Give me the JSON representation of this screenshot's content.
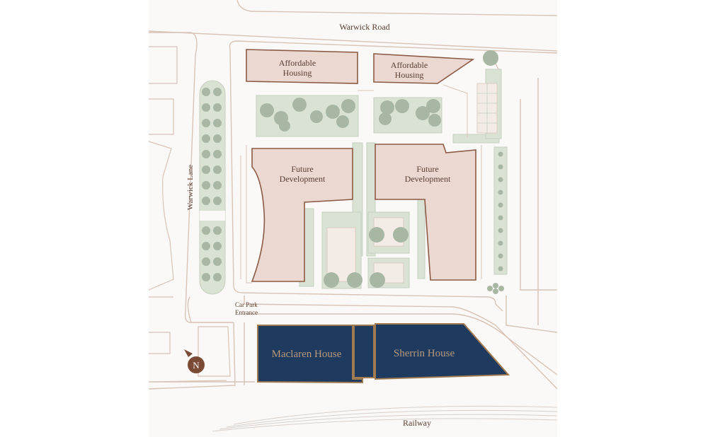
{
  "roads": {
    "north": "Warwick Road",
    "west": "Warwick Lane",
    "south": "Railway"
  },
  "entrance_label_line1": "Car Park",
  "entrance_label_line2": "Entrance",
  "compass_letter": "N",
  "compass_icon": "compass-north-icon",
  "buildings": {
    "affordable_1_line1": "Affordable",
    "affordable_1_line2": "Housing",
    "affordable_2_line1": "Affordable",
    "affordable_2_line2": "Housing",
    "future_1_line1": "Future",
    "future_1_line2": "Development",
    "future_2_line1": "Future",
    "future_2_line2": "Development",
    "maclaren": "Maclaren House",
    "sherrin": "Sherrin House"
  },
  "colors": {
    "building_fill": "#ead8d1",
    "building_stroke": "#8b5a45",
    "highlight_fill": "#1e3a5f",
    "highlight_stroke": "#a07a50",
    "green": "#d9e2d3",
    "tree": "#a8b7a3",
    "road_line": "#d8c3b7",
    "label": "#5a3e30"
  }
}
